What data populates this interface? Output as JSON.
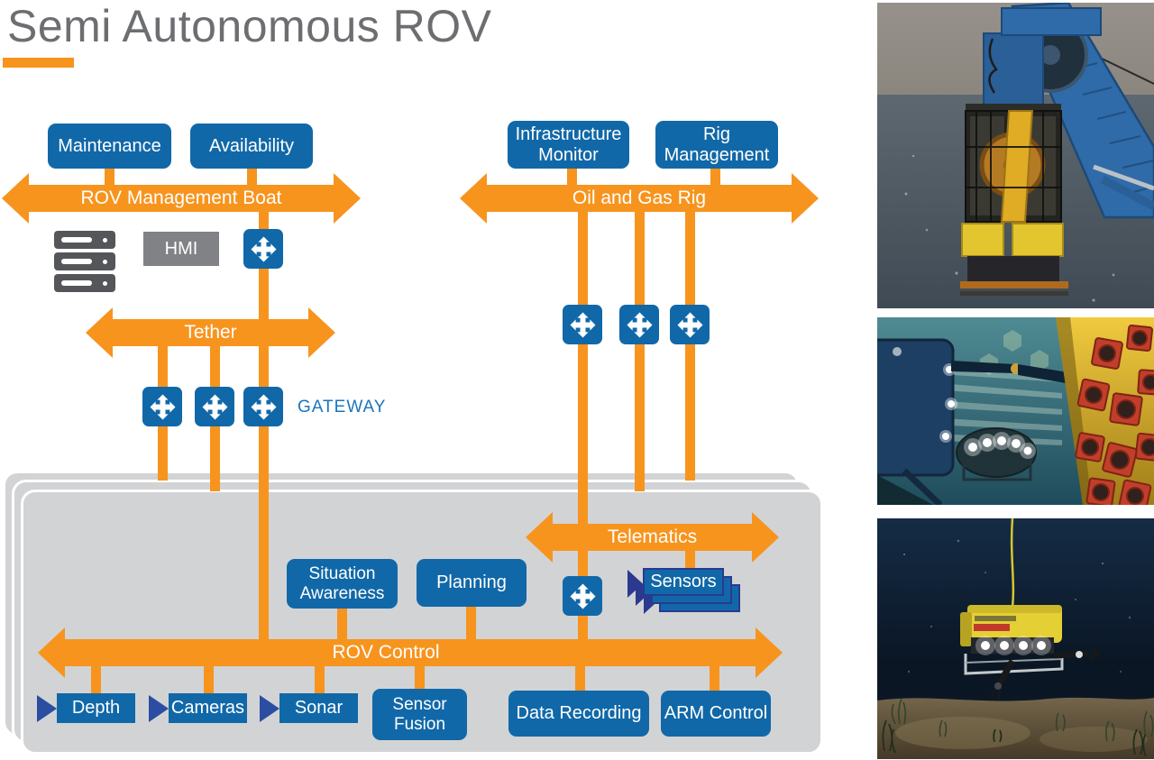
{
  "title": "Semi Autonomous ROV",
  "colors": {
    "orange": "#F7941E",
    "blue": "#1168A8",
    "navy": "#2B3990",
    "camblue": "#2B4EA2",
    "titlegray": "#6D6E71",
    "panel": "#D2D3D5",
    "hmi": "#808285",
    "server": "#54565A",
    "gwtext": "#1C75BC"
  },
  "buses": {
    "boat": "ROV Management Boat",
    "rig": "Oil and Gas Rig",
    "tether": "Tether",
    "telematics": "Telematics",
    "rov_control": "ROV Control"
  },
  "nodes": {
    "maintenance": "Maintenance",
    "availability": "Availability",
    "infrastructure_monitor": "Infrastructure Monitor",
    "rig_management": "Rig Management",
    "hmi": "HMI",
    "gateway": "GATEWAY",
    "situation_awareness": "Situation Awareness",
    "planning": "Planning",
    "sensors": "Sensors",
    "depth": "Depth",
    "cameras": "Cameras",
    "sonar": "Sonar",
    "sensor_fusion": "Sensor Fusion",
    "data_recording": "Data Recording",
    "arm_control": "ARM Control"
  },
  "icons": {
    "gateway_icon": "four-way-arrow",
    "server_icon": "server-rack",
    "camera_icon": "camcorder"
  },
  "photos": [
    {
      "name": "rov-launch-from-crane"
    },
    {
      "name": "rov-at-subsea-panel"
    },
    {
      "name": "rov-above-seafloor"
    }
  ]
}
